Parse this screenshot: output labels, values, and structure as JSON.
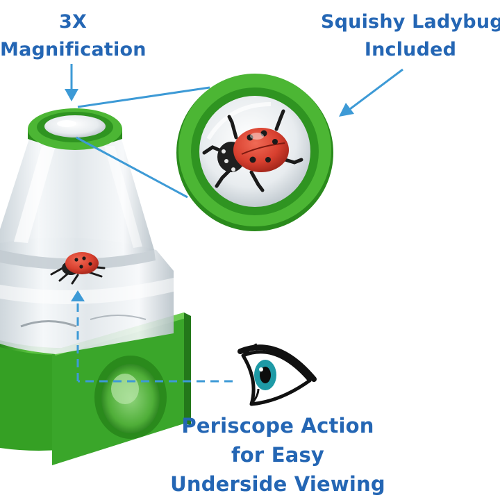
{
  "callouts": {
    "magnification": {
      "line1": "3X",
      "line2": "Magnification"
    },
    "ladybug": {
      "line1": "Squishy Ladybug",
      "line2": "Included"
    },
    "periscope": {
      "line1": "Periscope Action",
      "line2": "for Easy",
      "line3": "Underside Viewing"
    }
  },
  "colors": {
    "caption_text": "#2466b4",
    "arrow_line": "#3d9ad6",
    "viewer_green": "#3aa62a",
    "viewer_green_dark": "#2a8a1c",
    "viewer_green_light": "#5fc644",
    "ladybug_red": "#d8402f",
    "eye_iris": "#1e9aa6"
  },
  "icons": {
    "eye": "eye-icon",
    "ladybug": "ladybug-icon"
  }
}
